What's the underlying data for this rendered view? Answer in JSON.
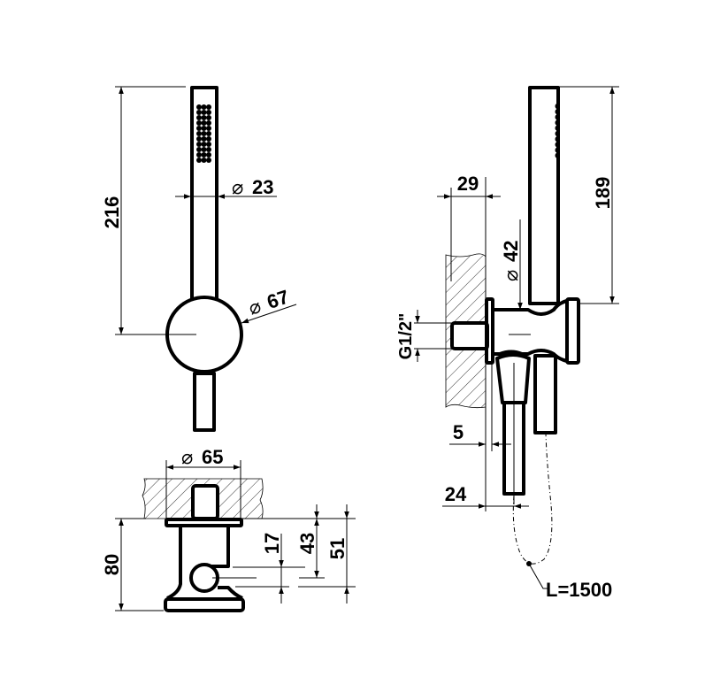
{
  "title": "Hand shower with wall outlet - dimension drawing",
  "dimensions": {
    "handset_length": "216",
    "handset_diameter": "23",
    "holder_diameter": "67",
    "flange_diameter": "65",
    "depth_total": "80",
    "height_17": "17",
    "height_43": "43",
    "height_51": "51",
    "wall_offset": "29",
    "outlet_diameter": "42",
    "thread": "G1/2\"",
    "handset_length_side": "189",
    "gap_5": "5",
    "offset_24": "24",
    "hose_length": "L=1500"
  },
  "diameter_symbol": "⌀"
}
